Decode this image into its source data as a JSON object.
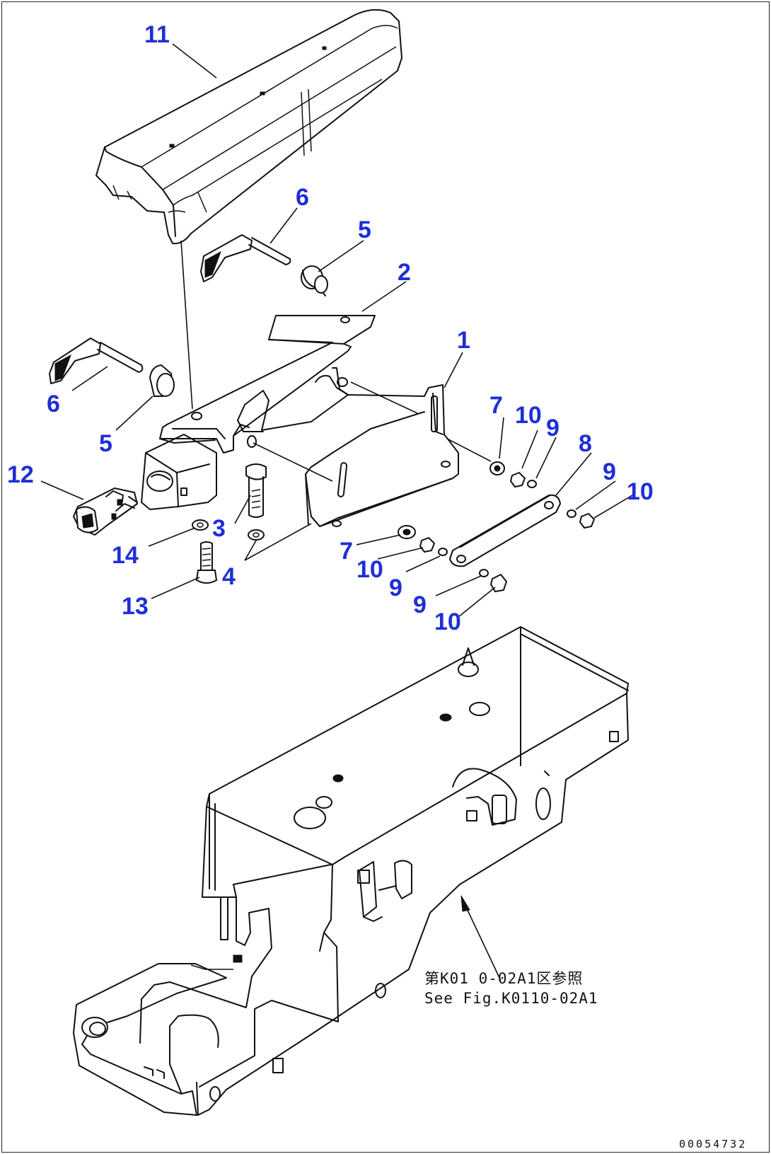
{
  "diagram": {
    "callouts": [
      {
        "id": "c11",
        "label": "11"
      },
      {
        "id": "c6a",
        "label": "6"
      },
      {
        "id": "c5a",
        "label": "5"
      },
      {
        "id": "c2",
        "label": "2"
      },
      {
        "id": "c1",
        "label": "1"
      },
      {
        "id": "c6b",
        "label": "6"
      },
      {
        "id": "c5b",
        "label": "5"
      },
      {
        "id": "c7a",
        "label": "7"
      },
      {
        "id": "c10a",
        "label": "10"
      },
      {
        "id": "c9a",
        "label": "9"
      },
      {
        "id": "c8",
        "label": "8"
      },
      {
        "id": "c9b",
        "label": "9"
      },
      {
        "id": "c10b",
        "label": "10"
      },
      {
        "id": "c12",
        "label": "12"
      },
      {
        "id": "c3",
        "label": "3"
      },
      {
        "id": "c14",
        "label": "14"
      },
      {
        "id": "c4",
        "label": "4"
      },
      {
        "id": "c7b",
        "label": "7"
      },
      {
        "id": "c10c",
        "label": "10"
      },
      {
        "id": "c9c",
        "label": "9"
      },
      {
        "id": "c9d",
        "label": "9"
      },
      {
        "id": "c13",
        "label": "13"
      },
      {
        "id": "c10d",
        "label": "10"
      }
    ],
    "reference_note": {
      "line1": "第K01 0-02A1区参照",
      "line2": "See Fig.K0110-02A1"
    },
    "drawing_code": "00054732"
  }
}
